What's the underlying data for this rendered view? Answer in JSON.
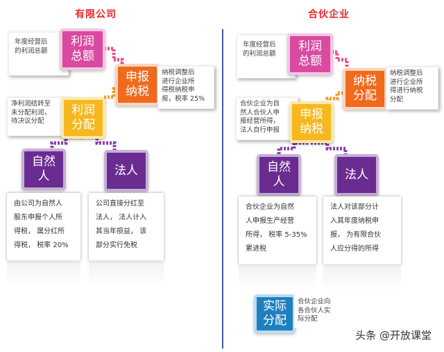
{
  "left": {
    "title": "有限公司",
    "nodes": {
      "profit_total": "利润\n总额",
      "declare_tax": "申报\n纳税",
      "profit_distribution": "利润\n分配",
      "natural_person": "自然\n人",
      "legal_person": "法人"
    },
    "callouts": {
      "profit_total": "年度经营后\n的利润总额",
      "declare_tax": "纳税调整后\n进行企业所\n得税纳税申\n报，税率 25%",
      "profit_distribution": "净利润结转至\n未分配利润，\n待决议分配"
    },
    "boxes": {
      "natural_person": "由公司为自然人\n股东申报个人所\n得税，  属分红所\n得税，  税率 20%",
      "legal_person": "公司直接分红至\n法人，  法人计入\n其当年损益，  该\n部分实行免税"
    }
  },
  "right": {
    "title": "合伙企业",
    "nodes": {
      "profit_total": "利润\n总额",
      "tax_distribution": "纳税\n分配",
      "declare_tax": "申报\n纳税",
      "natural_person": "自然\n人",
      "legal_person": "法人",
      "actual_distribution": "实际\n分配"
    },
    "callouts": {
      "profit_total": "年度经营后\n的利润总额",
      "tax_distribution": "纳税调整后\n进行企业所\n得进行纳税\n分配",
      "declare_tax": "合伙企业为自\n然人合伙人申\n报经营所得，\n法人自行申报",
      "actual_distribution": "合伙企业向\n各合伙人实\n际分配"
    },
    "boxes": {
      "natural_person": "合伙企业为自然\n人申报生产经营\n所得，  税率 5-35%\n累进税",
      "legal_person": "法人对该部分计\n入其年度纳税申\n报，  为有限合伙\n人应分得的所得"
    }
  },
  "footer": "头条 @开放课堂",
  "colors": {
    "pink": "#d94aa0",
    "orange": "#f06a1e",
    "yellow": "#f5b81e",
    "purple": "#6a2c91",
    "blue": "#1f7fbf",
    "title_red": "#e8262a",
    "divider": "#3a5aa8"
  }
}
